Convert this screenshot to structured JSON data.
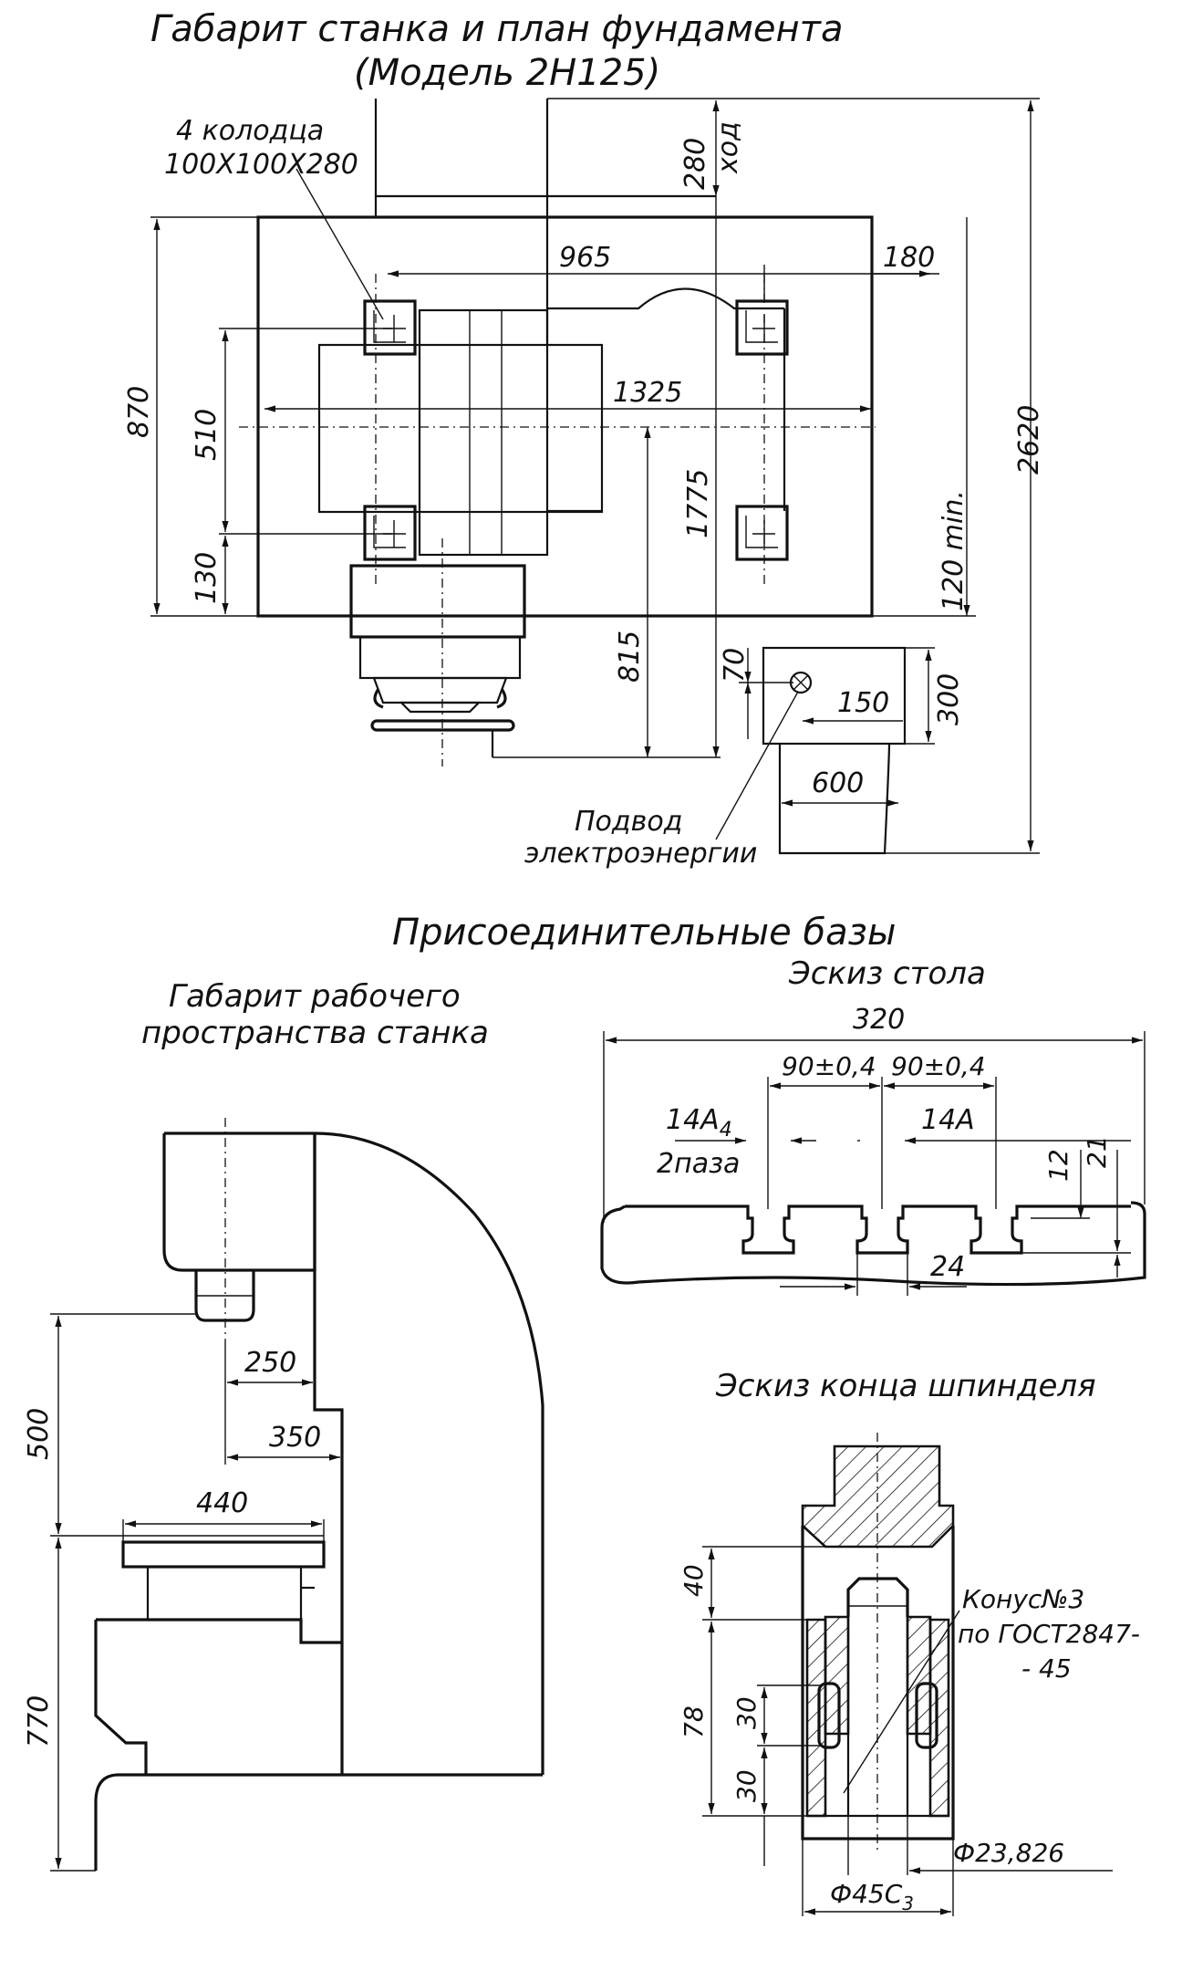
{
  "titles": {
    "foundation_title": "Габарит    станка   и план фундамента",
    "foundation_model": "(Модель 2Н125)",
    "bases_title": "Присоединительные базы",
    "workspace_title_1": "Габарит   рабочего",
    "workspace_title_2": "пространства станка",
    "table_title": "Эскиз стола",
    "spindle_title": "Эскиз конца шпинделя"
  },
  "foundation": {
    "wells_1": "4 колодца",
    "wells_2": "100Х100Х280",
    "stroke_val": "280",
    "stroke_word": "ход",
    "d965": "965",
    "d180": "180",
    "d870": "870",
    "d510": "510",
    "d1325": "1325",
    "d2620": "2620",
    "d1775": "1775",
    "d130": "130",
    "d120min": "120 min.",
    "d815": "815",
    "d70": "70",
    "d150": "150",
    "d300": "300",
    "d600": "600",
    "power_1": "Подвод",
    "power_2": "электроэнергии"
  },
  "workspace": {
    "d250": "250",
    "d350": "350",
    "d440": "440",
    "d500": "500",
    "d770": "770"
  },
  "table": {
    "d320": "320",
    "d90a": "90±0,4",
    "d90b": "90±0,4",
    "slot_left": "14А",
    "slot_left_sub": "4",
    "slots": "2паза",
    "slot_right": "14А",
    "d12": "12",
    "d21": "21",
    "d24": "24"
  },
  "spindle": {
    "d40": "40",
    "d78": "78",
    "d30a": "30",
    "d30b": "30",
    "cone_1": "Конус№3",
    "cone_2": "по ГОСТ2847-",
    "cone_3": "- 45",
    "d23": "Ф23,826",
    "d45": "Ф45С",
    "d45sub": "3"
  }
}
